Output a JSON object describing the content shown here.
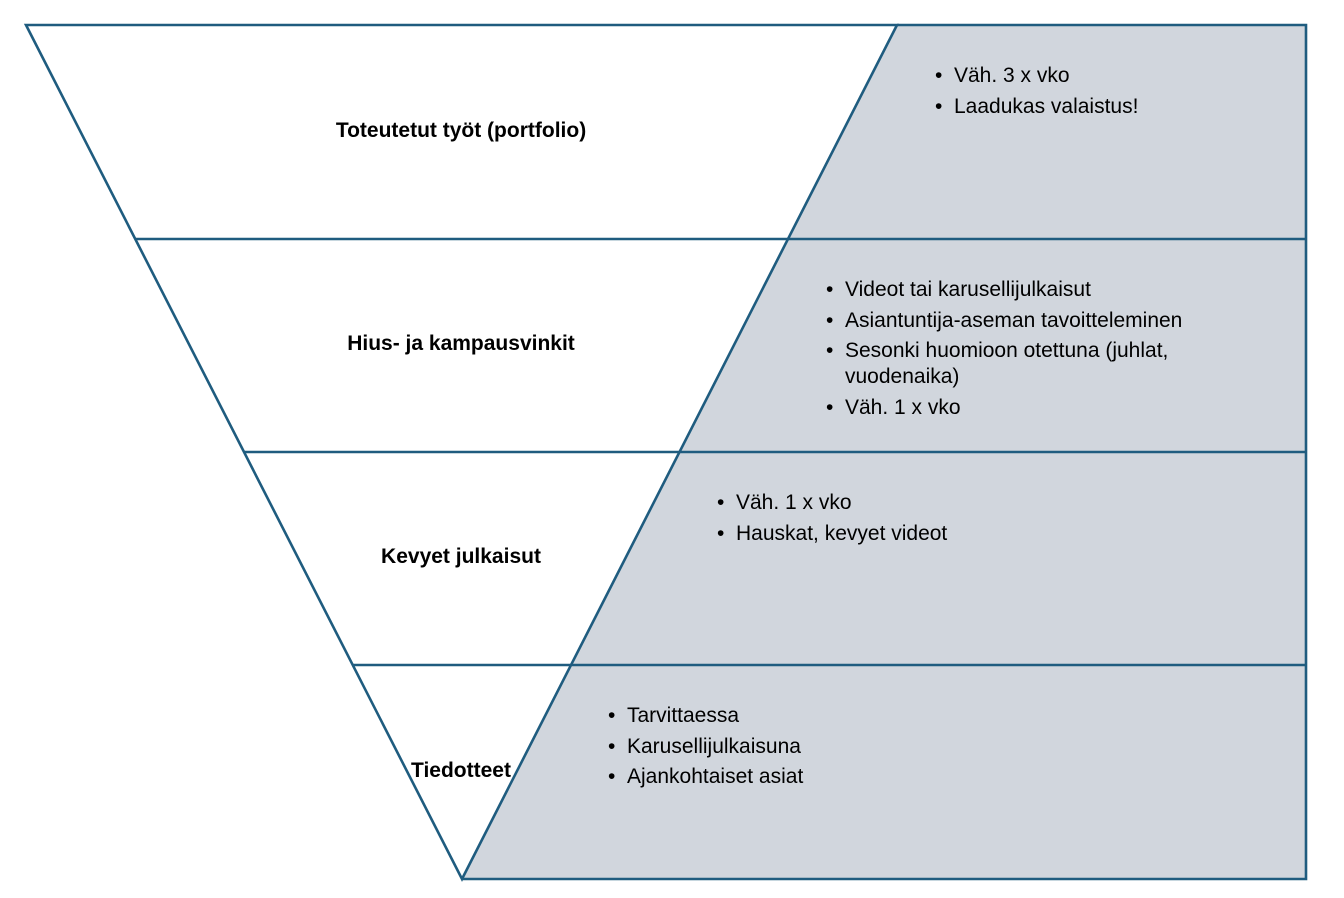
{
  "colors": {
    "stroke": "#1f5c7f",
    "panel_fill": "#d1d6dd",
    "background": "#ffffff"
  },
  "levels": [
    {
      "label": "Toteutetut työt (portfolio)",
      "bullets": [
        "Väh. 3 x vko",
        "Laadukas valaistus!"
      ]
    },
    {
      "label": "Hius- ja kampausvinkit",
      "bullets": [
        "Videot tai karusellijulkaisut",
        "Asiantuntija-aseman tavoitteleminen",
        "Sesonki huomioon otettuna (juhlat, vuodenaika)",
        "Väh. 1 x vko"
      ]
    },
    {
      "label": "Kevyet julkaisut",
      "bullets": [
        "Väh. 1 x vko",
        "Hauskat, kevyet videot"
      ]
    },
    {
      "label": "Tiedotteet",
      "bullets": [
        "Tarvittaessa",
        "Karusellijulkaisuna",
        "Ajankohtaiset asiat"
      ]
    }
  ]
}
